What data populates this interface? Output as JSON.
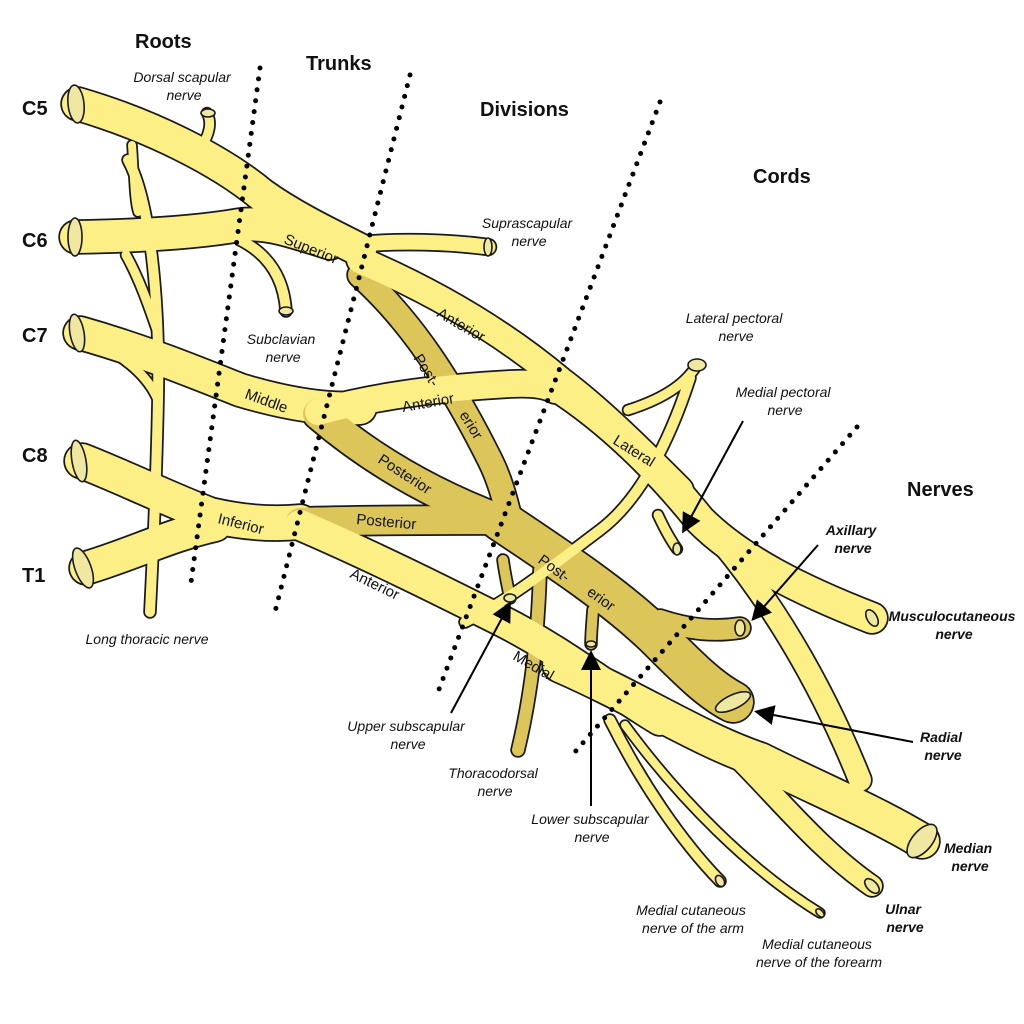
{
  "headers": {
    "roots": "Roots",
    "trunks": "Trunks",
    "divisions": "Divisions",
    "cords": "Cords",
    "nerves": "Nerves"
  },
  "roots": {
    "c5": "C5",
    "c6": "C6",
    "c7": "C7",
    "c8": "C8",
    "t1": "T1"
  },
  "segments": {
    "superior": "Superior",
    "middle": "Middle",
    "inferior": "Inferior",
    "anterior_sup": "Anterior",
    "anterior_mid": "Anterior",
    "anterior_inf": "Anterior",
    "post_a": "Post-",
    "post_b": "erior",
    "posterior_mid": "Posterior",
    "posterior_inf": "Posterior",
    "lateral": "Lateral",
    "medial": "Medial",
    "cord_post_a": "Post-",
    "cord_post_b": "erior"
  },
  "branch_labels": {
    "dorsal_scapular": [
      "Dorsal scapular",
      "nerve"
    ],
    "suprascapular": [
      "Suprascapular",
      "nerve"
    ],
    "subclavian": [
      "Subclavian",
      "nerve"
    ],
    "long_thoracic": [
      "Long thoracic nerve"
    ],
    "lateral_pectoral": [
      "Lateral pectoral",
      "nerve"
    ],
    "medial_pectoral": [
      "Medial pectoral",
      "nerve"
    ],
    "upper_subscapular": [
      "Upper subscapular",
      "nerve"
    ],
    "thoracodorsal": [
      "Thoracodorsal",
      "nerve"
    ],
    "lower_subscapular": [
      "Lower subscapular",
      "nerve"
    ],
    "medial_cut_arm": [
      "Medial cutaneous",
      "nerve of the arm"
    ],
    "medial_cut_forearm": [
      "Medial cutaneous",
      "nerve of the forearm"
    ]
  },
  "terminal_nerves": {
    "axillary": [
      "Axillary",
      "nerve"
    ],
    "musculocutaneous": [
      "Musculocutaneous",
      "nerve"
    ],
    "radial": [
      "Radial",
      "nerve"
    ],
    "median": [
      "Median",
      "nerve"
    ],
    "ulnar": [
      "Ulnar",
      "nerve"
    ]
  },
  "colors": {
    "nerve": "#fbef86",
    "posterior": "#dcc65a",
    "outline": "#1a1a1a"
  }
}
